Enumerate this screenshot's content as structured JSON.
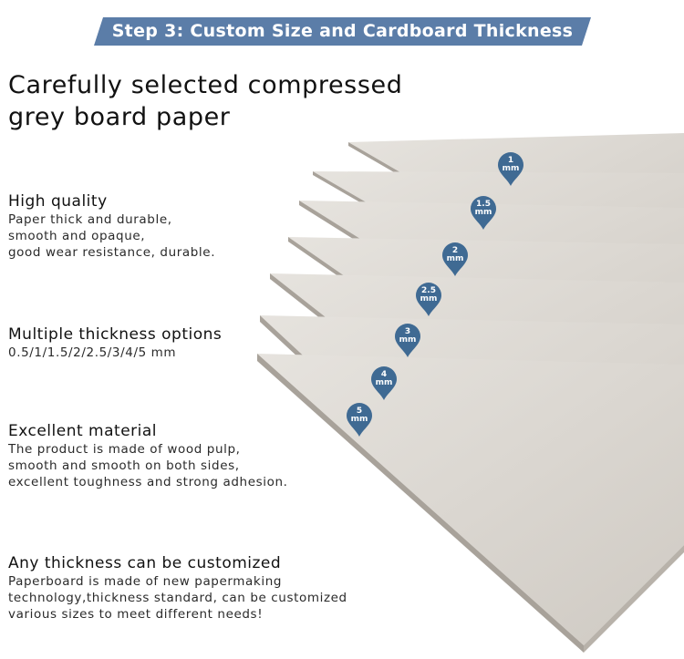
{
  "banner": {
    "title": "Step 3: Custom Size and Cardboard Thickness",
    "color": "#5b7da8"
  },
  "headline": "Carefully selected compressed\ngrey board paper",
  "features": [
    {
      "title": "High quality",
      "text": "Paper thick and durable,\nsmooth and opaque,\ngood wear resistance, durable."
    },
    {
      "title": "Multiple thickness options",
      "text": "0.5/1/1.5/2/2.5/3/4/5 mm"
    },
    {
      "title": "Excellent material",
      "text": "The product is made of wood pulp,\nsmooth and smooth on both sides,\nexcellent toughness and strong adhesion."
    },
    {
      "title": "Any thickness can be customized",
      "text": "Paperboard is made of new papermaking\ntechnology,thickness standard, can be customized\nvarious sizes to meet different needs!"
    }
  ],
  "thickness_pins": [
    {
      "value": "1",
      "unit": "mm"
    },
    {
      "value": "1.5",
      "unit": "mm"
    },
    {
      "value": "2",
      "unit": "mm"
    },
    {
      "value": "2.5",
      "unit": "mm"
    },
    {
      "value": "3",
      "unit": "mm"
    },
    {
      "value": "4",
      "unit": "mm"
    },
    {
      "value": "5",
      "unit": "mm"
    }
  ],
  "colors": {
    "pin": "#3f6a93",
    "board_top": "#dcd8d2",
    "board_edge": "#a8a29a"
  }
}
